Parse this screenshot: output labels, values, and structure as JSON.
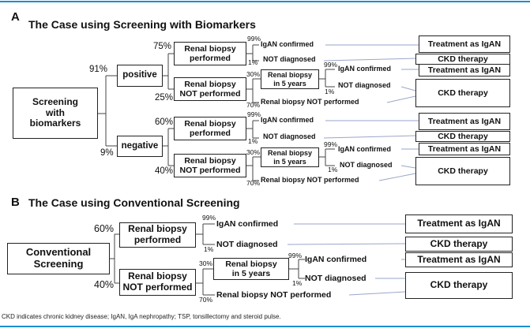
{
  "section_a": {
    "letter": "A",
    "title": "The Case using Screening with Biomarkers",
    "start": [
      "Screening",
      "with",
      "biomarkers"
    ],
    "pct_positive": "91%",
    "pct_negative": "9%",
    "positive": "positive",
    "negative": "negative",
    "pos_performed_pct": "75%",
    "pos_not_performed_pct": "25%",
    "neg_performed_pct": "60%",
    "neg_not_performed_pct": "40%",
    "biopsy_performed": [
      "Renal biopsy",
      "performed"
    ],
    "biopsy_not_performed": [
      "Renal biopsy",
      "NOT performed"
    ],
    "biopsy_5y": [
      "Renal biopsy",
      "in 5 years"
    ],
    "p99": "99%",
    "p1": "1%",
    "p30": "30%",
    "p70": "70%",
    "igan_confirmed": "IgAN confirmed",
    "not_diagnosed": "NOT diagnosed",
    "biopsy_not_performed_text": "Renal biopsy NOT performed",
    "treatment": "Treatment as IgAN",
    "ckd": "CKD therapy"
  },
  "section_b": {
    "letter": "B",
    "title": "The Case using Conventional Screening",
    "start": [
      "Conventional",
      "Screening"
    ],
    "performed_pct": "60%",
    "not_performed_pct": "40%",
    "biopsy_performed": [
      "Renal biopsy",
      "performed"
    ],
    "biopsy_not_performed": [
      "Renal biopsy",
      "NOT performed"
    ],
    "biopsy_5y": [
      "Renal biopsy",
      "in 5 years"
    ],
    "p99": "99%",
    "p1": "1%",
    "p30": "30%",
    "p70": "70%",
    "igan_confirmed": "IgAN confirmed",
    "not_diagnosed": "NOT diagnosed",
    "biopsy_not_performed_text": "Renal biopsy NOT performed",
    "treatment": "Treatment as IgAN",
    "ckd": "CKD therapy"
  },
  "footer": "CKD indicates chronic kidney disease; IgAN, IgA nephropathy; TSP, tonsillectomy and steroid pulse."
}
